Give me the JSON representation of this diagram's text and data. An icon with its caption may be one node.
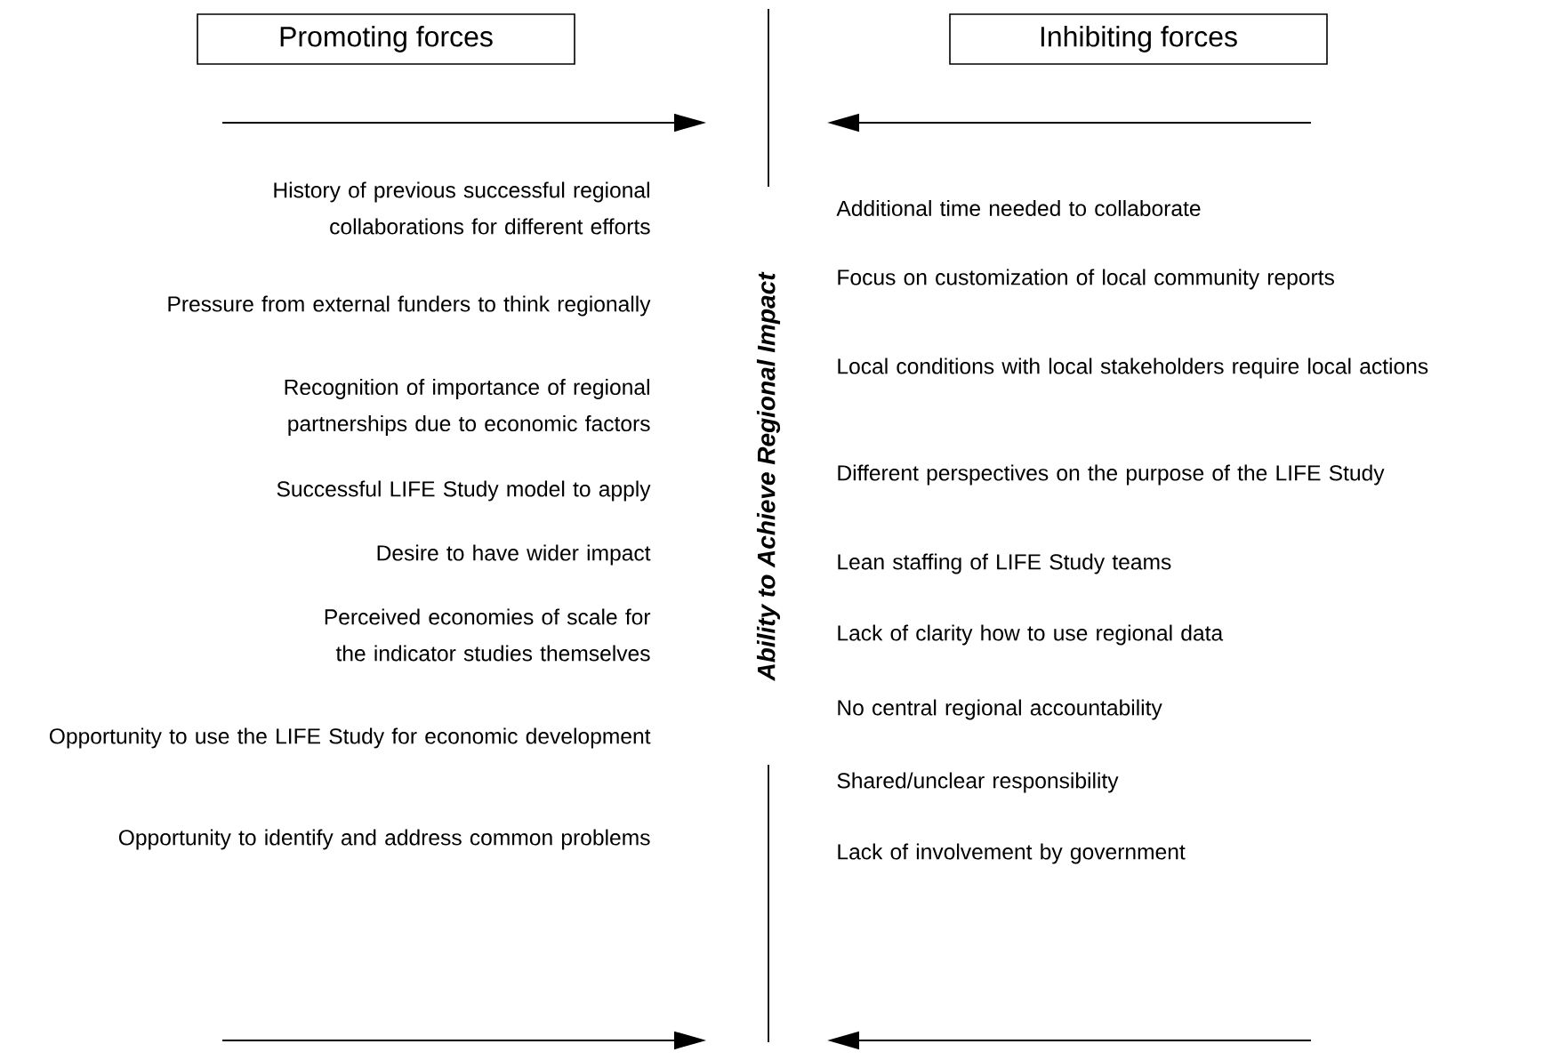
{
  "diagram": {
    "nodes": [
      {
        "text": [
          "Promoting forces"
        ]
      },
      {
        "text": [
          "Inhibiting forces"
        ]
      }
    ],
    "labels": [
      "History of previous successful regional collaborations for different efforts",
      "Pressure from external funders to think regionally",
      "Recognition of importance of regional partnerships due to economic factors",
      "Successful LIFE Study model to apply",
      "Desire to have wider impact",
      "Perceived economies of scale for the indicator studies themselves",
      "Opportunity to use the LIFE Study for economic development",
      "Opportunity to identify and address common problems",
      "Additional time needed to collaborate",
      "Focus on customization of local community reports",
      "Local conditions with local stakeholders require local actions",
      "Different perspectives on the purpose of the LIFE Study",
      "Lean staffing of LIFE Study teams",
      "Lack of clarity how to use regional data",
      "No central regional accountability",
      "Shared/unclear responsibility",
      "Lack of involvement by government",
      "Ability to Achieve Regional Impact"
    ]
  }
}
